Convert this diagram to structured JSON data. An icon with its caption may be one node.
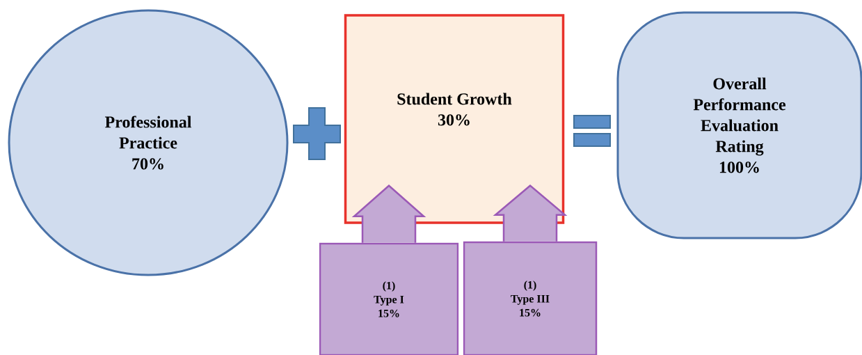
{
  "diagram": {
    "nodes": [
      {
        "text": [
          "Professional Practice",
          "70%"
        ]
      },
      {
        "text": [],
        "shape": "plus"
      },
      {
        "text": [
          "Student Growth",
          "30%"
        ]
      },
      {
        "text": [],
        "shape": "equals"
      },
      {
        "text": [
          "Overall Performance Evaluation Rating",
          "100%"
        ]
      },
      {
        "text": [
          "(1)",
          "Type I",
          "15%"
        ]
      },
      {
        "text": [
          "(1)",
          "Type III",
          "15%"
        ]
      }
    ],
    "edges": [
      {
        "from": 5,
        "to": 2,
        "arrow": "to"
      },
      {
        "from": 6,
        "to": 2,
        "arrow": "to"
      }
    ]
  }
}
